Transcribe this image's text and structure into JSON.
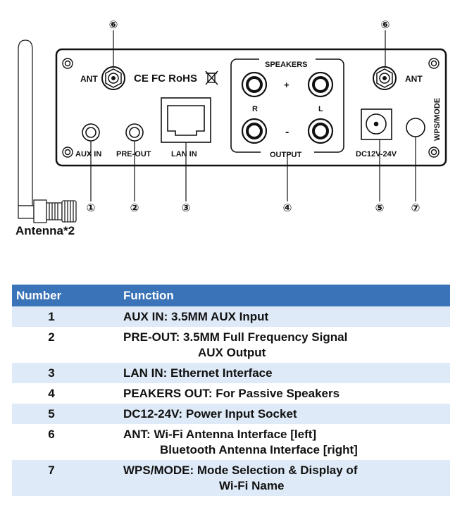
{
  "diagram": {
    "callouts": [
      "①",
      "②",
      "③",
      "④",
      "⑤",
      "⑥",
      "⑦"
    ],
    "callout_numbers": [
      "1",
      "2",
      "3",
      "4",
      "5",
      "6",
      "7"
    ],
    "labels": {
      "ant_left": "ANT",
      "ant_right": "ANT",
      "cert": "CE FC RoHS",
      "speakers": "SPEAKERS",
      "plus": "+",
      "minus": "-",
      "r": "R",
      "l": "L",
      "output": "OUTPUT",
      "aux_in": "AUX IN",
      "pre_out": "PRE-OUT",
      "lan_in": "LAN IN",
      "dc": "DC12V-24V",
      "wps": "WPS/MODE"
    },
    "antenna_caption": "Antenna*2"
  },
  "table": {
    "headers": [
      "Number",
      "Function"
    ],
    "rows": [
      {
        "num": "1",
        "line1": "AUX IN: 3.5MM AUX Input",
        "line2": ""
      },
      {
        "num": "2",
        "line1": "PRE-OUT: 3.5MM Full Frequency Signal",
        "line2": "AUX Output"
      },
      {
        "num": "3",
        "line1": "LAN IN: Ethernet Interface",
        "line2": ""
      },
      {
        "num": "4",
        "line1": "PEAKERS OUT: For Passive Speakers",
        "line2": ""
      },
      {
        "num": "5",
        "line1": "DC12-24V: Power Input Socket",
        "line2": ""
      },
      {
        "num": "6",
        "line1": "ANT: Wi-Fi Antenna Interface [left]",
        "line2": "Bluetooth Antenna Interface [right]"
      },
      {
        "num": "7",
        "line1": "WPS/MODE: Mode Selection & Display of",
        "line2": "Wi-Fi Name"
      }
    ]
  },
  "colors": {
    "header_bg": "#3a73b7",
    "alt_row_bg": "#deeaf7",
    "line": "#111111"
  }
}
